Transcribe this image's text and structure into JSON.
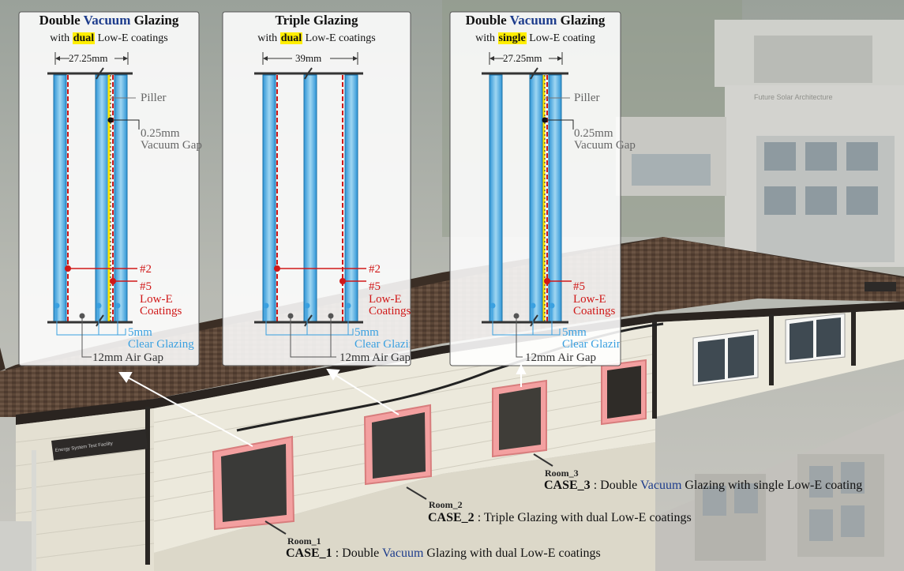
{
  "panels": [
    {
      "title_pre": "Double ",
      "title_accent": "Vacuum",
      "title_post": " Glazing",
      "sub_pre": "with ",
      "sub_highlight": "dual",
      "sub_post": " Low-E coatings",
      "dimension": "27.25mm",
      "labels": {
        "pillar": "Piller",
        "vacuum_gap_1": "0.25mm",
        "vacuum_gap_2": "Vacuum Gap",
        "surface_2": "#2",
        "surface_5": "#5",
        "lowe_1": "Low-E",
        "lowe_2": "Coatings",
        "clear_1": "5mm",
        "clear_2": "Clear Glazing",
        "air_gap": "12mm Air Gap"
      }
    },
    {
      "title_pre": "Triple Glazing",
      "title_accent": "",
      "title_post": "",
      "sub_pre": "with ",
      "sub_highlight": "dual",
      "sub_post": " Low-E coatings",
      "dimension": "39mm",
      "labels": {
        "surface_2": "#2",
        "surface_5": "#5",
        "lowe_1": "Low-E",
        "lowe_2": "Coatings",
        "clear_1": "5mm",
        "clear_2": "Clear Glazing",
        "air_gap": "12mm Air Gap"
      }
    },
    {
      "title_pre": "Double ",
      "title_accent": "Vacuum",
      "title_post": " Glazing",
      "sub_pre": "with ",
      "sub_highlight": "single",
      "sub_post": " Low-E coating",
      "dimension": "27.25mm",
      "labels": {
        "pillar": "Piller",
        "vacuum_gap_1": "0.25mm",
        "vacuum_gap_2": "Vacuum Gap",
        "surface_5": "#5",
        "lowe_1": "Low-E",
        "lowe_2": "Coatings",
        "clear_1": "5mm",
        "clear_2": "Clear Glazing",
        "air_gap": "12mm Air Gap"
      }
    }
  ],
  "rooms": [
    {
      "room": "Room_1",
      "case": "CASE_1",
      "desc_pre": " : Double ",
      "desc_accent": "Vacuum",
      "desc_post": " Glazing with dual Low-E coatings"
    },
    {
      "room": "Room_2",
      "case": "CASE_2",
      "desc_pre": " : Triple Glazing with dual Low-E coatings",
      "desc_accent": "",
      "desc_post": ""
    },
    {
      "room": "Room_3",
      "case": "CASE_3",
      "desc_pre": " : Double ",
      "desc_accent": "Vacuum",
      "desc_post": " Glazing with single Low-E coating"
    }
  ],
  "building": {
    "sign_text": "Energy System Test Facility",
    "upper_sign": "Future Solar Architecture"
  },
  "colors": {
    "glass": "#5bb6e6",
    "low_e": "#d01818",
    "panel_bg": "#ffffff",
    "roof": "#5a4536",
    "wall": "#ece9dc",
    "window_frame": "#e58a8a",
    "vacuum_accent": "#1d3c8c",
    "highlight": "#ffee00"
  }
}
